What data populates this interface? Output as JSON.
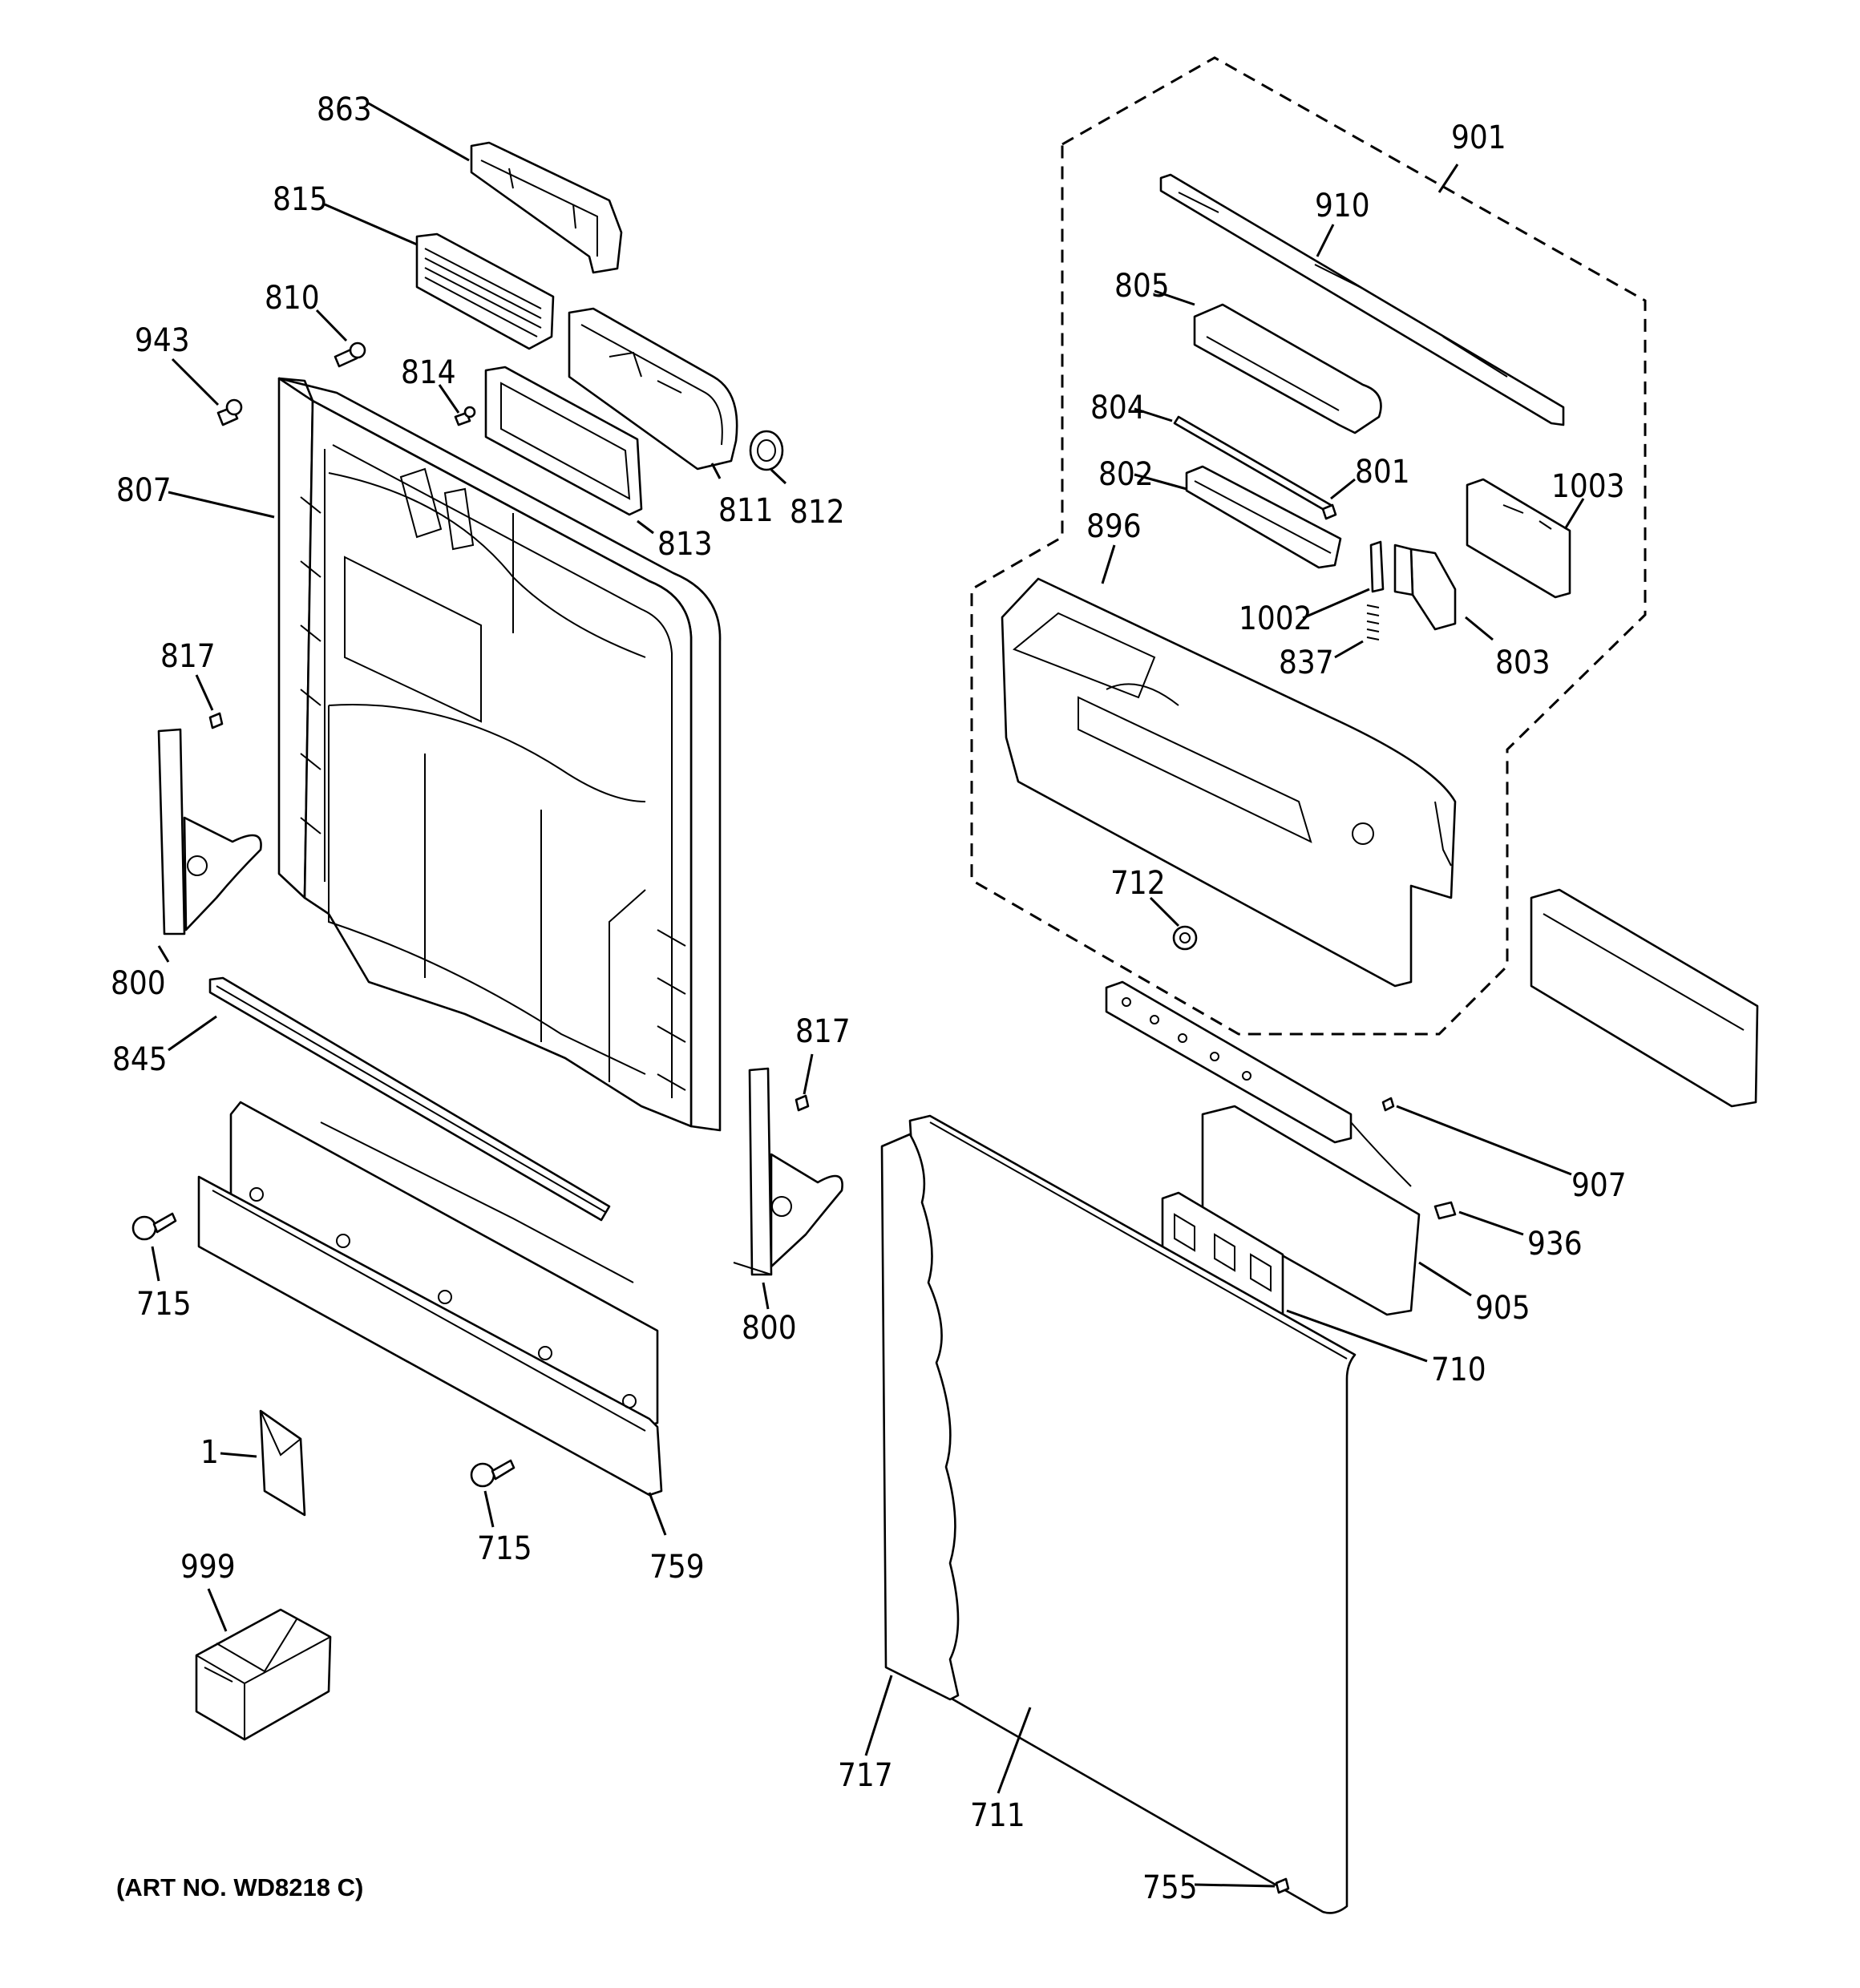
{
  "diagram": {
    "art_number": "(ART NO. WD8218 C)",
    "callouts": [
      {
        "id": "c863",
        "label": "863"
      },
      {
        "id": "c815",
        "label": "815"
      },
      {
        "id": "c810",
        "label": "810"
      },
      {
        "id": "c943",
        "label": "943"
      },
      {
        "id": "c814",
        "label": "814"
      },
      {
        "id": "c807",
        "label": "807"
      },
      {
        "id": "c811",
        "label": "811"
      },
      {
        "id": "c812",
        "label": "812"
      },
      {
        "id": "c813",
        "label": "813"
      },
      {
        "id": "c817a",
        "label": "817"
      },
      {
        "id": "c800a",
        "label": "800"
      },
      {
        "id": "c845",
        "label": "845"
      },
      {
        "id": "c817b",
        "label": "817"
      },
      {
        "id": "c800b",
        "label": "800"
      },
      {
        "id": "c715a",
        "label": "715"
      },
      {
        "id": "c715b",
        "label": "715"
      },
      {
        "id": "c759",
        "label": "759"
      },
      {
        "id": "c1",
        "label": "1"
      },
      {
        "id": "c999",
        "label": "999"
      },
      {
        "id": "c901",
        "label": "901"
      },
      {
        "id": "c910",
        "label": "910"
      },
      {
        "id": "c805",
        "label": "805"
      },
      {
        "id": "c804",
        "label": "804"
      },
      {
        "id": "c802",
        "label": "802"
      },
      {
        "id": "c801",
        "label": "801"
      },
      {
        "id": "c1003",
        "label": "1003"
      },
      {
        "id": "c896",
        "label": "896"
      },
      {
        "id": "c1002",
        "label": "1002"
      },
      {
        "id": "c837",
        "label": "837"
      },
      {
        "id": "c803",
        "label": "803"
      },
      {
        "id": "c712",
        "label": "712"
      },
      {
        "id": "c907",
        "label": "907"
      },
      {
        "id": "c936",
        "label": "936"
      },
      {
        "id": "c905",
        "label": "905"
      },
      {
        "id": "c710",
        "label": "710"
      },
      {
        "id": "c717",
        "label": "717"
      },
      {
        "id": "c711",
        "label": "711"
      },
      {
        "id": "c755",
        "label": "755"
      }
    ]
  }
}
